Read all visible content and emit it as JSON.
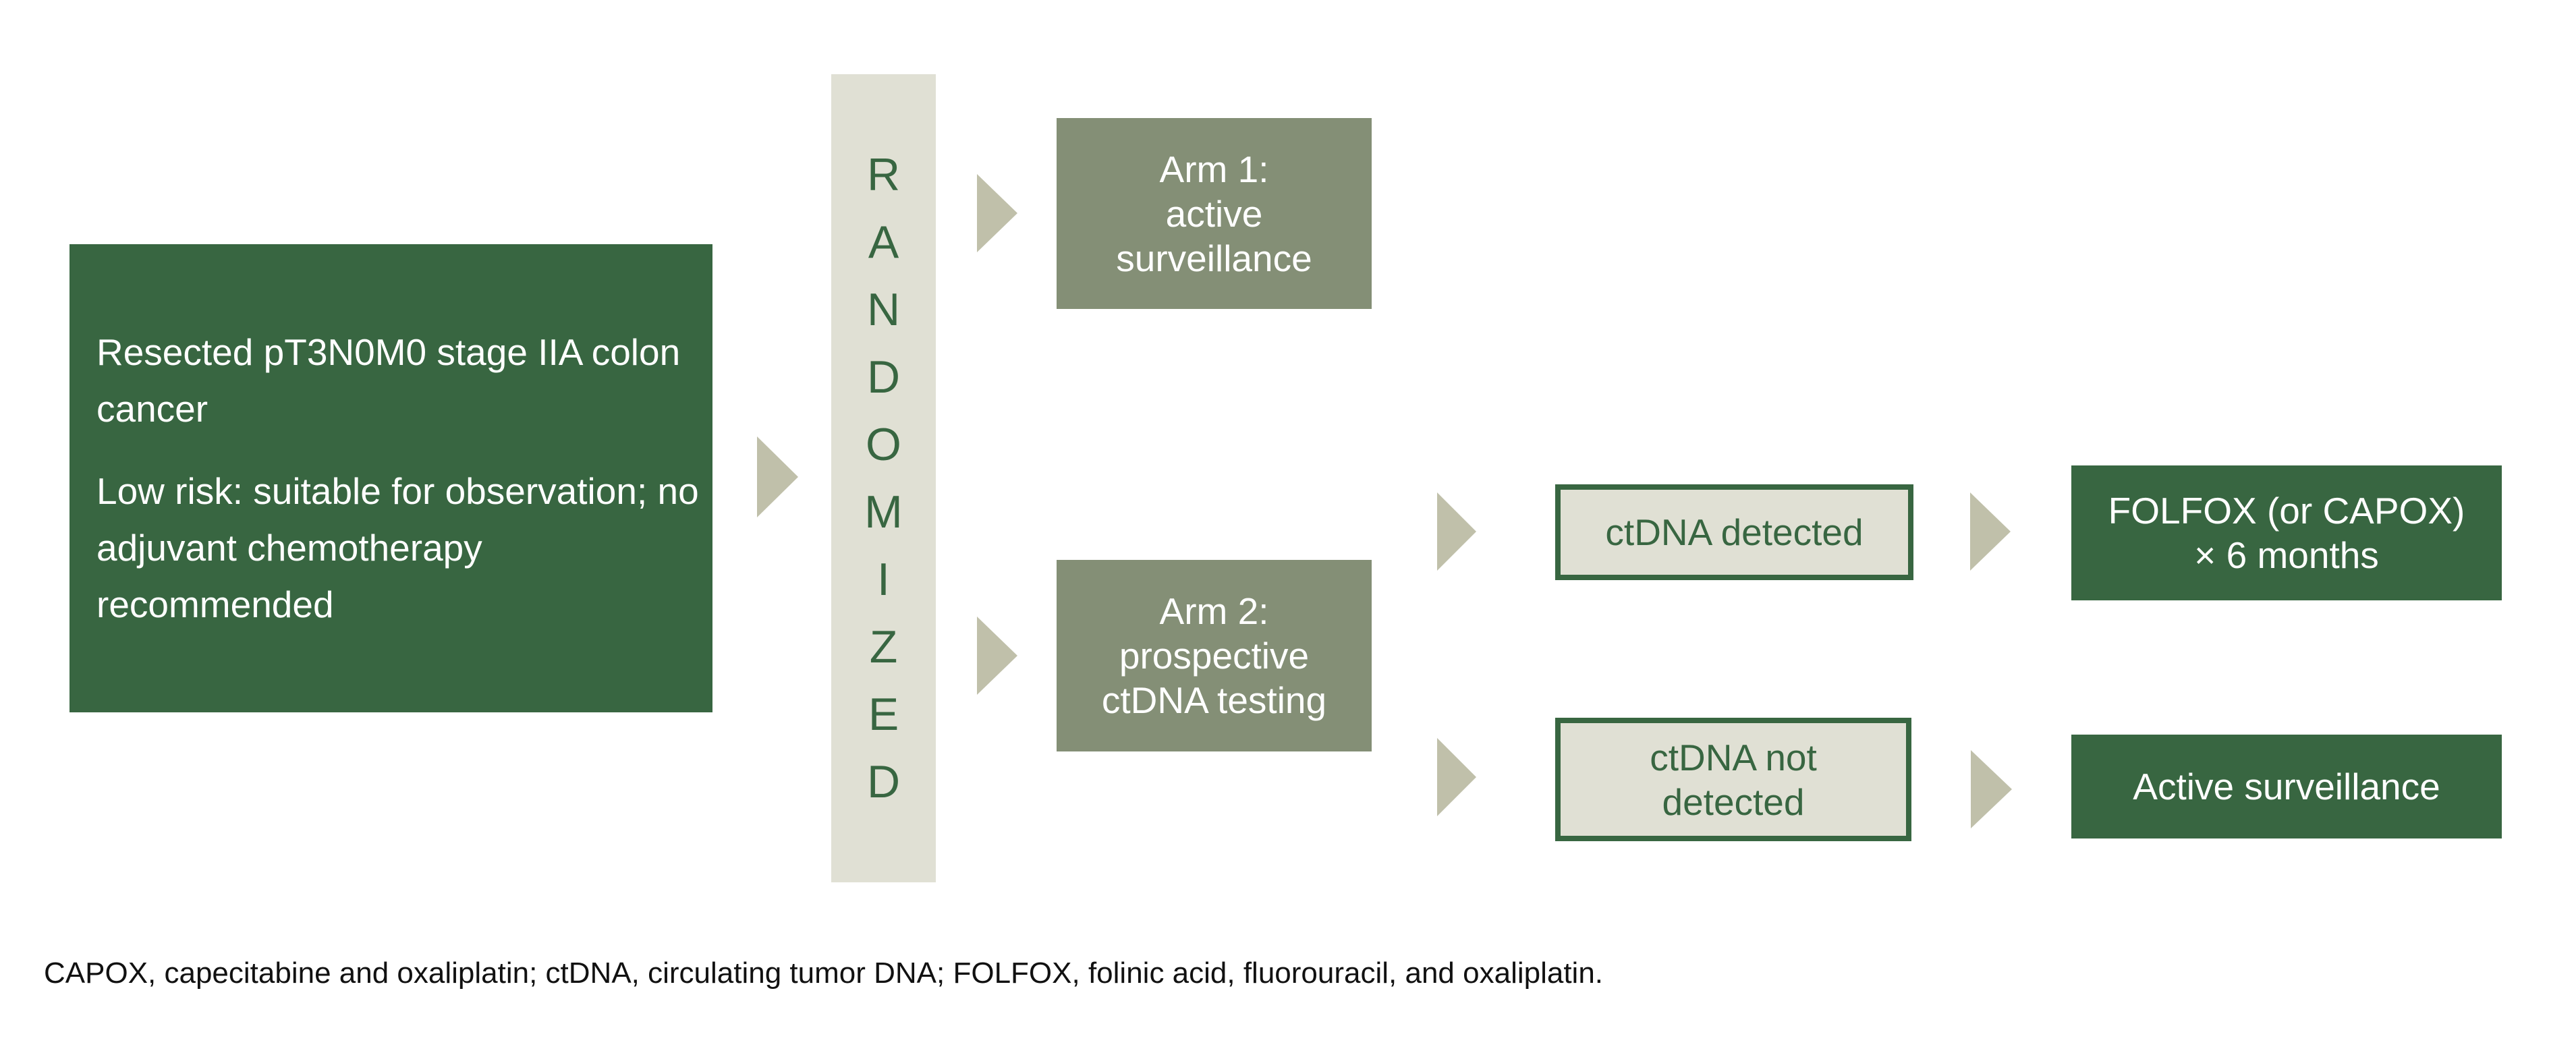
{
  "colors": {
    "dark_green": "#386641",
    "mid_green": "#848f76",
    "light_beige": "#e0e0d4",
    "arrow": "#c0c0aa"
  },
  "start": {
    "line1": "Resected pT3N0M0 stage IIA colon cancer",
    "line2": "Low risk: suitable for observation; no adjuvant chemotherapy recommended"
  },
  "randomized": {
    "letters": [
      "R",
      "A",
      "N",
      "D",
      "O",
      "M",
      "I",
      "Z",
      "E",
      "D"
    ]
  },
  "arm1": {
    "lines": [
      "Arm 1:",
      "active",
      "surveillance"
    ]
  },
  "arm2": {
    "lines": [
      "Arm 2:",
      "prospective",
      "ctDNA testing"
    ]
  },
  "detected": {
    "lines": [
      "ctDNA detected"
    ]
  },
  "not_detected": {
    "lines": [
      "ctDNA not",
      "detected"
    ]
  },
  "folfox": {
    "lines": [
      "FOLFOX (or CAPOX)",
      "× 6 months"
    ]
  },
  "surveillance": {
    "lines": [
      "Active surveillance"
    ]
  },
  "footnote": "CAPOX, capecitabine and oxaliplatin; ctDNA, circulating tumor DNA; FOLFOX, folinic acid, fluorouracil, and oxaliplatin."
}
